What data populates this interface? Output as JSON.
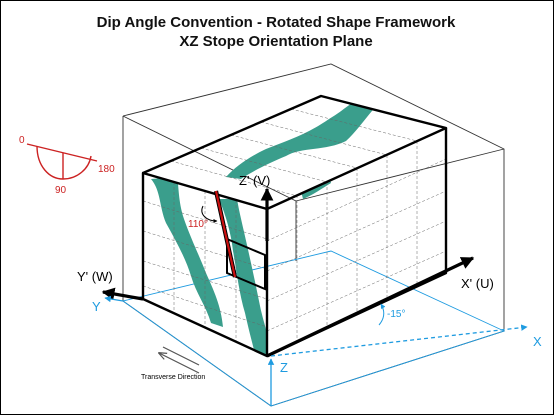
{
  "title": {
    "line1": "Dip Angle Convention - Rotated Shape Framework",
    "line2": "XZ Stope Orientation Plane"
  },
  "dip_convention": {
    "zero": "0",
    "ninety": "90",
    "one_eighty": "180"
  },
  "labels": {
    "z_prime_v": "Z' (V)",
    "y_prime_w": "Y' (W)",
    "x_prime_u": "X' (U)",
    "x_axis": "X",
    "y_axis": "Y",
    "z_axis": "Z",
    "angle_110": "110°",
    "angle_minus_15": "-15°",
    "transverse_direction": "Transverse Direction"
  },
  "colors": {
    "box_outline": "#000000",
    "ore_body": "#3a9e8c",
    "dip_convention": "#cc2222",
    "global_axes": "#1e9be0",
    "dip_line": "#cc1111",
    "grid": "#666666"
  }
}
